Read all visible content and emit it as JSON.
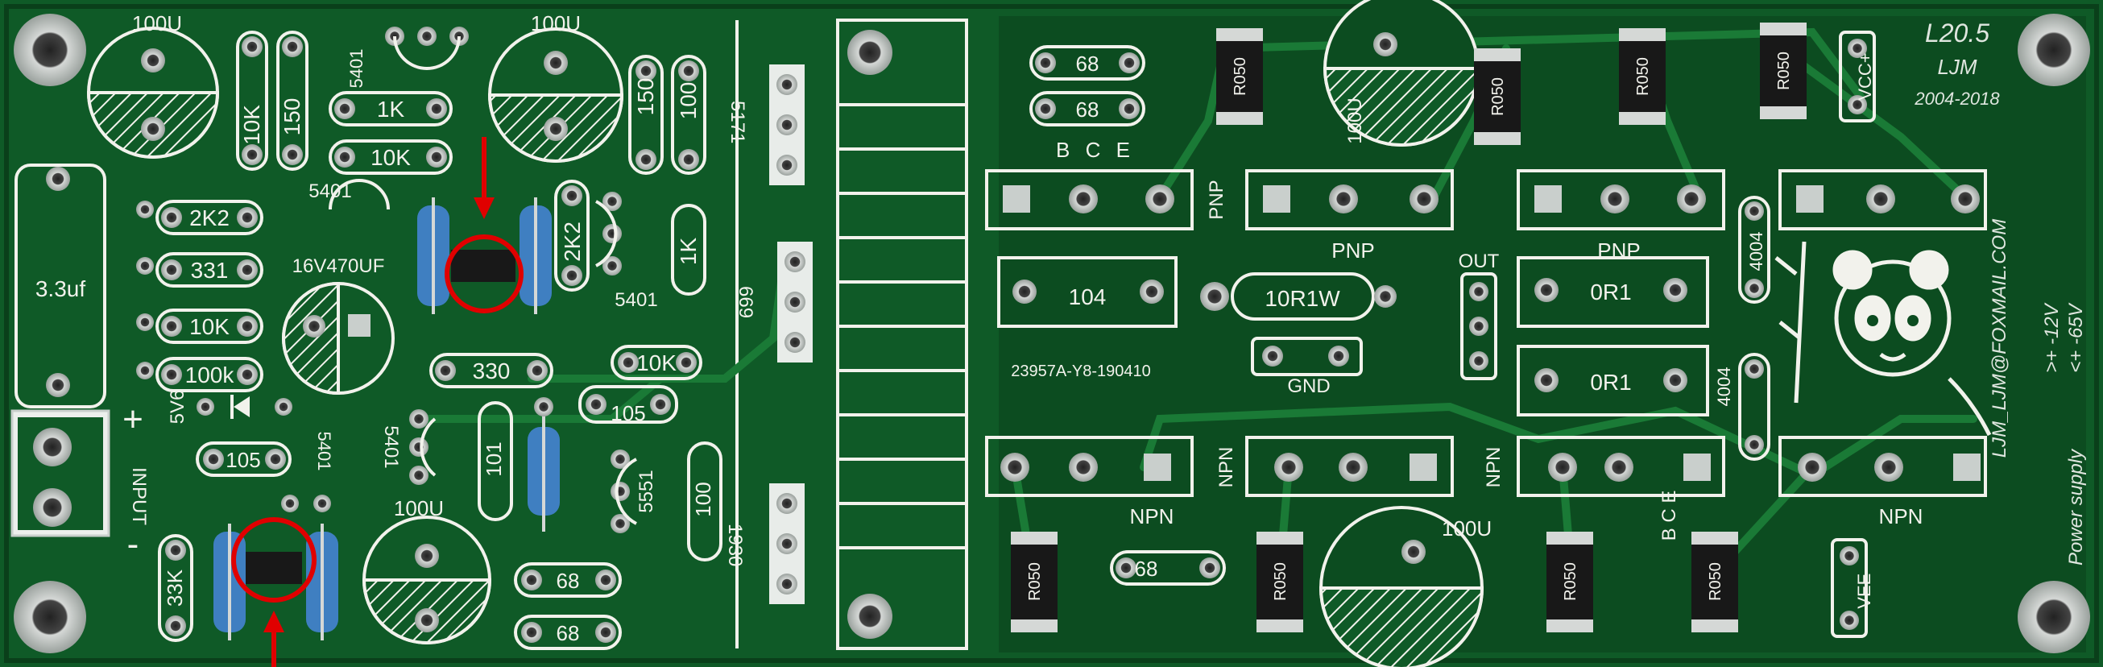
{
  "board": {
    "colors": {
      "substrate": "#0f5a27",
      "copper_fill": "#0b4a1e",
      "trace": "#1a7a36",
      "silkscreen": "#f2f2ec",
      "pad": "#c9cfcc",
      "resistor_body": "#3f7fc1",
      "smd_body": "#181818",
      "highlight": "#e00000"
    },
    "header": {
      "model": "L20.5",
      "author": "LJM",
      "years": "2004-2018"
    },
    "email": "LJM_LJM@FOXMAIL.COM",
    "power": {
      "title": "Power supply",
      "neg": ">+ -12V",
      "pos": "<+ -65V",
      "vcc": "VCC+",
      "vee": "VEE-"
    },
    "serial": "23957A-Y8-190410",
    "labels": {
      "c100u_a": "100U",
      "c100u_b": "100U",
      "c100u_c": "100U",
      "c100u_d": "100U",
      "c100u_e": "100U",
      "r10k_a": "10K",
      "r150_a": "150",
      "t5401_a": "5401",
      "r1k_a": "1K",
      "r10k_b": "10K",
      "r150_b": "150",
      "r100_a": "100",
      "q5171": "5171",
      "r68_a": "68",
      "r68_b": "68",
      "bce_top": "B C E",
      "r050_1": "R050",
      "r050_2": "R050",
      "r050_3": "R050",
      "r050_4": "R050",
      "r050_5": "R050",
      "r050_6": "R050",
      "r050_7": "R050",
      "r050_8": "R050",
      "pnp_1": "PNP",
      "pnp_2": "PNP",
      "pnp_3": "PNP",
      "c33": "3.3uf",
      "r2k2_a": "2K2",
      "r331": "331",
      "r10k_c": "10K",
      "r100k": "100k",
      "t5401_b": "5401",
      "c470": "16V470UF",
      "r2k2_b": "2K2",
      "t5401_c": "5401",
      "r1k_b": "1K",
      "q669": "669",
      "c104": "104",
      "r10r1w": "10R1W",
      "out": "OUT",
      "r0r1_a": "0R1",
      "r0r1_b": "0R1",
      "d4004_a": "4004",
      "d4004_b": "4004",
      "r330": "330",
      "r10k_d": "10K",
      "gnd": "GND",
      "r105_a": "105",
      "r105_b": "105",
      "z5v6": "5V6",
      "t5401_d": "5401",
      "t5401_e": "5401",
      "r101": "101",
      "t5551": "5551",
      "r100_b": "100",
      "q1930": "1930",
      "r33k": "33K",
      "r68_c": "68",
      "r68_d": "68",
      "r68_e": "68",
      "npn_1": "NPN",
      "npn_2": "NPN",
      "npn_3": "NPN",
      "npn_4": "NPN",
      "bce_bottom": "B C E",
      "input": "INPUT",
      "plus": "+",
      "minus": "-"
    }
  }
}
